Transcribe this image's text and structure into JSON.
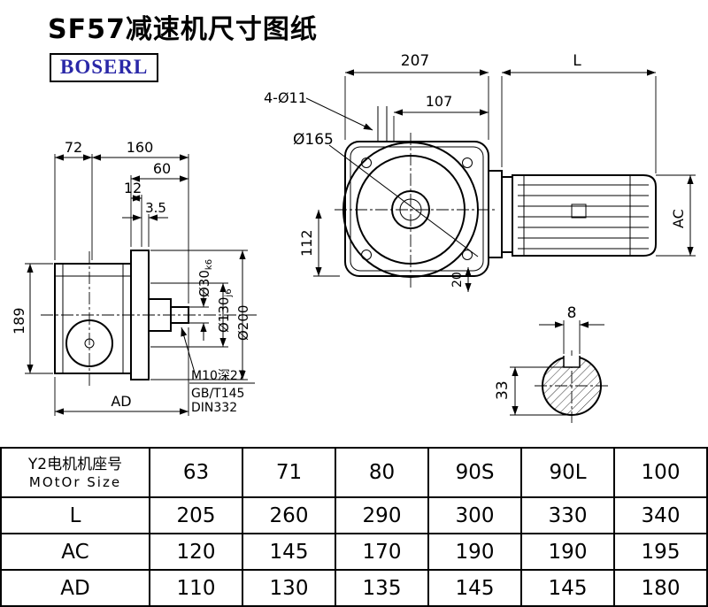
{
  "page": {
    "title": "SF57减速机尺寸图纸",
    "brand": "BOSERL"
  },
  "left_view": {
    "dim_72": "72",
    "dim_160": "160",
    "dim_60": "60",
    "dim_12": "12",
    "dim_3_5": "3.5",
    "dim_189": "189",
    "dim_ad": "AD",
    "dia_shaft": "Ø30",
    "dia_shaft_tol": "k6",
    "dia_spigot": "Ø130",
    "dia_spigot_tol": "j6",
    "dia_flange": "Ø200",
    "tap_note": "M10深27",
    "tap_std_gb": "GB/T145",
    "tap_std_din": "DIN332"
  },
  "front_view": {
    "dim_207": "207",
    "dim_l": "L",
    "dim_107": "107",
    "holes_note": "4-Ø11",
    "dia_165": "Ø165",
    "dim_112": "112",
    "dim_20": "20",
    "dim_ac": "AC"
  },
  "shaft_section": {
    "key_width": "8",
    "dim_33": "33"
  },
  "table": {
    "header_line1": "Y2电机机座号",
    "header_line2": "MOtOr Size",
    "columns": [
      "63",
      "71",
      "80",
      "90S",
      "90L",
      "100"
    ],
    "rows": [
      {
        "label": "L",
        "values": [
          "205",
          "260",
          "290",
          "300",
          "330",
          "340"
        ]
      },
      {
        "label": "AC",
        "values": [
          "120",
          "145",
          "170",
          "190",
          "190",
          "195"
        ]
      },
      {
        "label": "AD",
        "values": [
          "110",
          "130",
          "135",
          "145",
          "145",
          "180"
        ]
      }
    ]
  }
}
